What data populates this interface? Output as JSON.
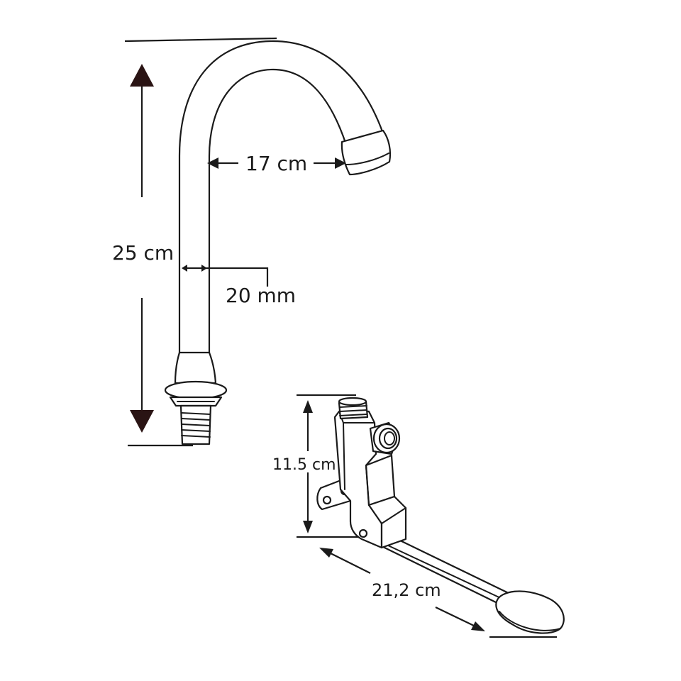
{
  "faucet": {
    "height_label": "25 cm",
    "reach_label": "17 cm",
    "diameter_label": "20 mm"
  },
  "pedal": {
    "height_label": "11.5 cm",
    "length_label": "21,2 cm"
  },
  "colors": {
    "outline": "#1a1a1a",
    "arrow": "#2a1414",
    "background": "#ffffff"
  }
}
